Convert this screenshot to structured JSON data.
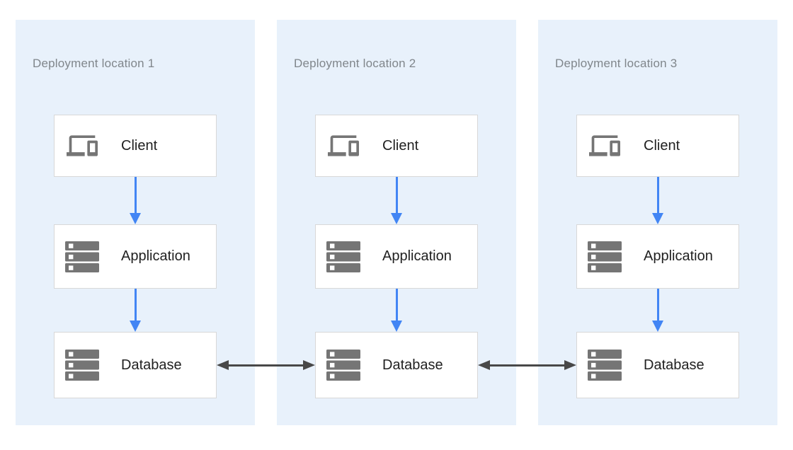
{
  "colors": {
    "panel_background": "#E8F1FB",
    "panel_label_text": "#80868B",
    "node_background": "#FFFFFF",
    "node_border": "#D8D8D8",
    "node_text": "#212121",
    "icon_gray": "#757575",
    "flow_arrow_blue": "#4285F4",
    "sync_arrow_dark": "#484848"
  },
  "icons": {
    "client": "devices-icon",
    "application": "server-rack-icon",
    "database": "server-rack-icon"
  },
  "panels": [
    {
      "label": "Deployment location 1",
      "nodes": [
        {
          "label": "Client"
        },
        {
          "label": "Application"
        },
        {
          "label": "Database"
        }
      ]
    },
    {
      "label": "Deployment location 2",
      "nodes": [
        {
          "label": "Client"
        },
        {
          "label": "Application"
        },
        {
          "label": "Database"
        }
      ]
    },
    {
      "label": "Deployment location 3",
      "nodes": [
        {
          "label": "Client"
        },
        {
          "label": "Application"
        },
        {
          "label": "Database"
        }
      ]
    }
  ],
  "connectors": {
    "vertical_flow": "client-to-application-to-database",
    "horizontal_sync": "database-to-database-bidirectional"
  }
}
